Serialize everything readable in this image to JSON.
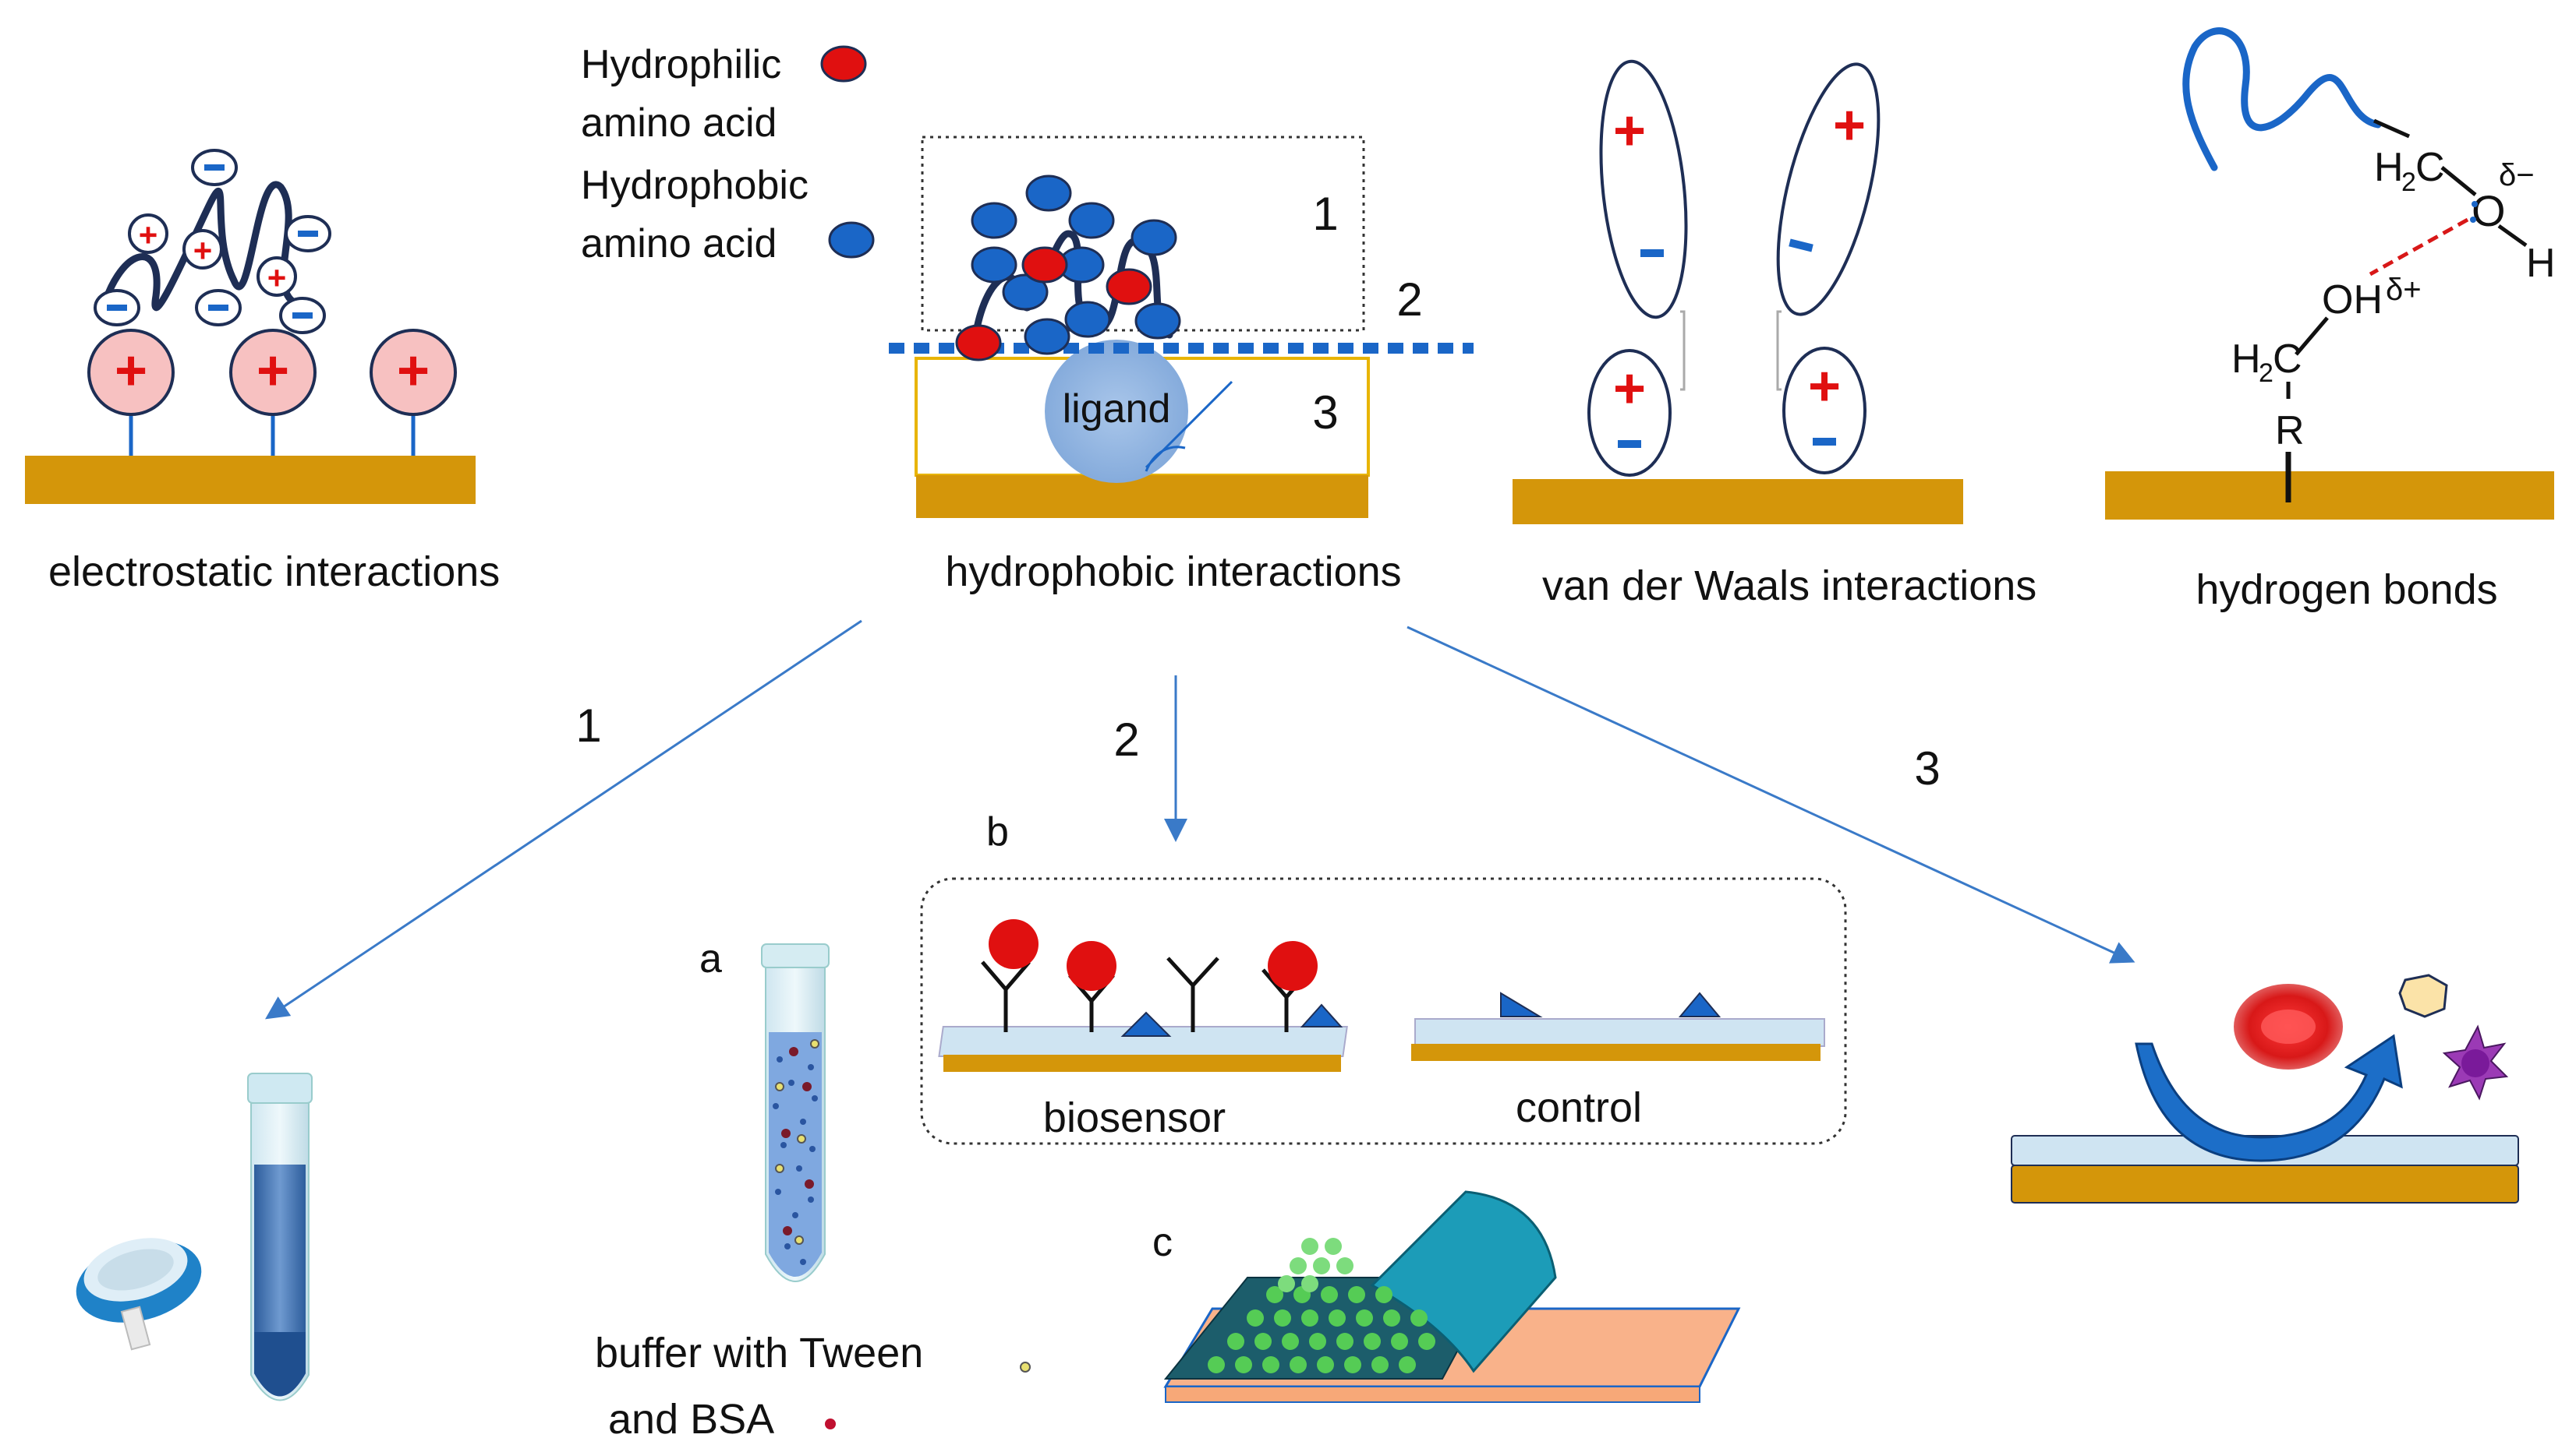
{
  "legend": {
    "hydrophilic_line1": "Hydrophilic",
    "hydrophilic_line2": "amino acid",
    "hydrophobic_line1": "Hydrophobic",
    "hydrophobic_line2": "amino acid"
  },
  "panels": {
    "electrostatic_label": "electrostatic interactions",
    "hydrophobic_label": "hydrophobic interactions",
    "vdw_label": "van der Waals interactions",
    "hbond_label": "hydrogen bonds",
    "ligand_label": "ligand",
    "region_1": "1",
    "region_2": "2",
    "region_3": "3"
  },
  "hbond": {
    "h2c_top": "H",
    "h2c_top_sub": "2",
    "h2c_top_c": "C",
    "o_label": "O",
    "delta_minus": "δ−",
    "h_label": "H",
    "oh_label": "OH",
    "delta_plus": "δ+",
    "h2c_bottom": "H",
    "h2c_bottom_sub": "2",
    "h2c_bottom_c": "C",
    "r_label": "R"
  },
  "arrows": {
    "arrow_1": "1",
    "arrow_2": "2",
    "arrow_3": "3"
  },
  "panel_b": {
    "letter": "b",
    "biosensor_label": "biosensor",
    "control_label": "control"
  },
  "panel_a": {
    "letter": "a",
    "caption_line1": "buffer with Tween",
    "caption_line2": "and BSA"
  },
  "panel_c": {
    "letter": "c"
  },
  "charges": {
    "plus": "+",
    "minus": "−"
  },
  "colors": {
    "substrate": "#d4960a",
    "hydrophilic": "#e01010",
    "hydrophobic": "#1a66c7",
    "chain": "#1e2e55",
    "arrow": "#3a7ac8"
  }
}
